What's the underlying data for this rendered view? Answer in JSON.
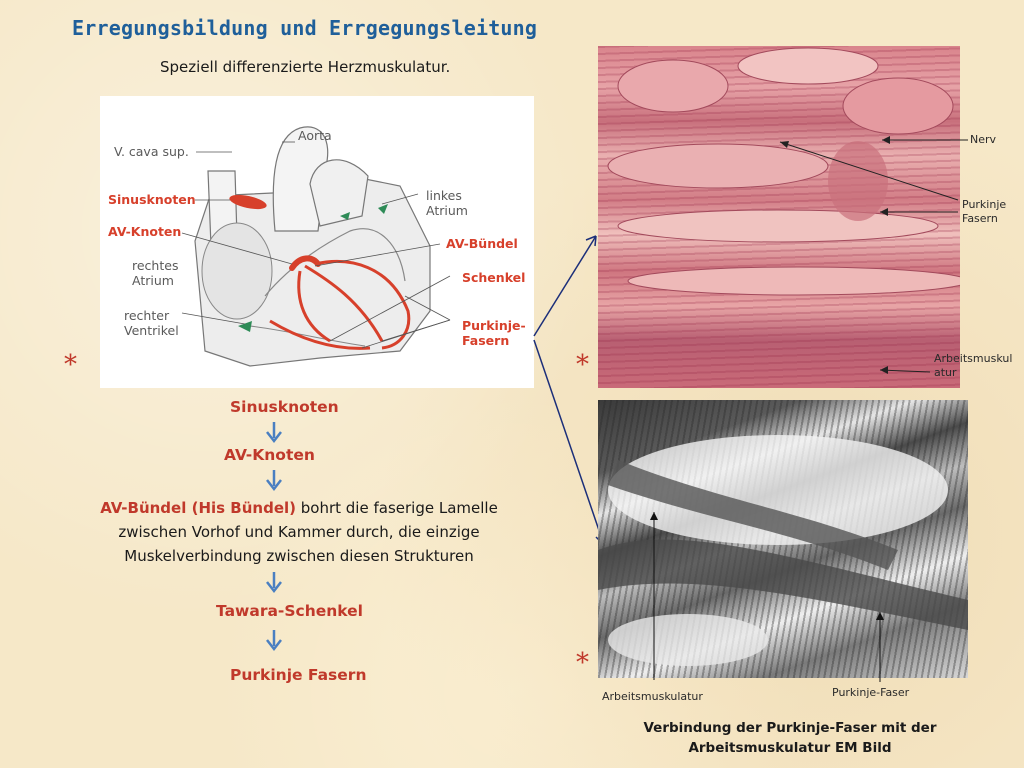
{
  "title": "Erregungsbildung und Errgegungsleitung",
  "subtitle": "Speziell differenzierte Herzmuskulatur.",
  "heart_labels": {
    "vcava": "V. cava sup.",
    "aorta": "Aorta",
    "sinusknoten": "Sinusknoten",
    "avknoten": "AV-Knoten",
    "rechtes_atrium": "rechtes\nAtrium",
    "rechter_ventrikel": "rechter\nVentrikel",
    "linkes_atrium": "linkes\nAtrium",
    "av_buendel": "AV-Bündel",
    "schenkel": "Schenkel",
    "purkinje": "Purkinje-\nFasern"
  },
  "star_symbol": "*",
  "chain": {
    "step1": "Sinusknoten",
    "step2": "AV-Knoten",
    "av_lead": "AV-Bündel (His Bündel)",
    "av_rest": " bohrt die faserige Lamelle zwischen Vorhof und Kammer durch, die einzige Muskelverbindung zwischen diesen Strukturen",
    "step4": "Tawara-Schenkel",
    "step5": "Purkinje Fasern"
  },
  "micro1_labels": {
    "nerv": "Nerv",
    "purkinje": "Purkinje\nFasern",
    "arbeit": "Arbeitsmuskul\natur"
  },
  "micro2_labels": {
    "arbeit": "Arbeitsmuskulatur",
    "purkinje": "Purkinje-Faser"
  },
  "caption": "Verbindung der Purkinje-Faser mit der\nArbeitsmuskulatur EM Bild",
  "colors": {
    "title": "#1f5f9a",
    "accent_red": "#c0392b",
    "arrow_blue": "#4a7fc1"
  }
}
